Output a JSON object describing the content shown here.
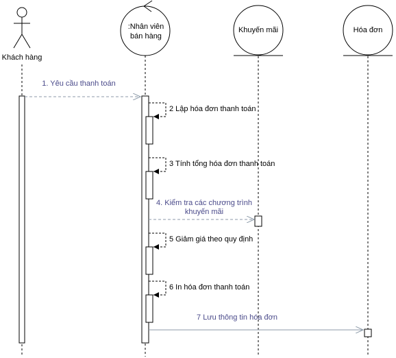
{
  "participants": {
    "actor": "Khách hàng",
    "control_line1": ":Nhân viên",
    "control_line2": "bán hàng",
    "entity1": "Khuyến mãi",
    "entity2": "Hóa đơn"
  },
  "messages": {
    "m1": "1. Yêu cầu thanh toán",
    "m2": "2 Lập hóa đơn thanh toán",
    "m3": "3 Tính tổng hóa đơn thanh toán",
    "m4_line1": "4. Kiểm tra các chương trình",
    "m4_line2": "khuyến mãi",
    "m5": "5 Giảm giá theo quy định",
    "m6": "6 In hóa đơn thanh toán",
    "m7": "7 Lưu thông tin hóa đơn"
  },
  "colors": {
    "line": "#000000",
    "message_arrow": "#8c9aa8",
    "message_text": "#4a4a8a"
  }
}
